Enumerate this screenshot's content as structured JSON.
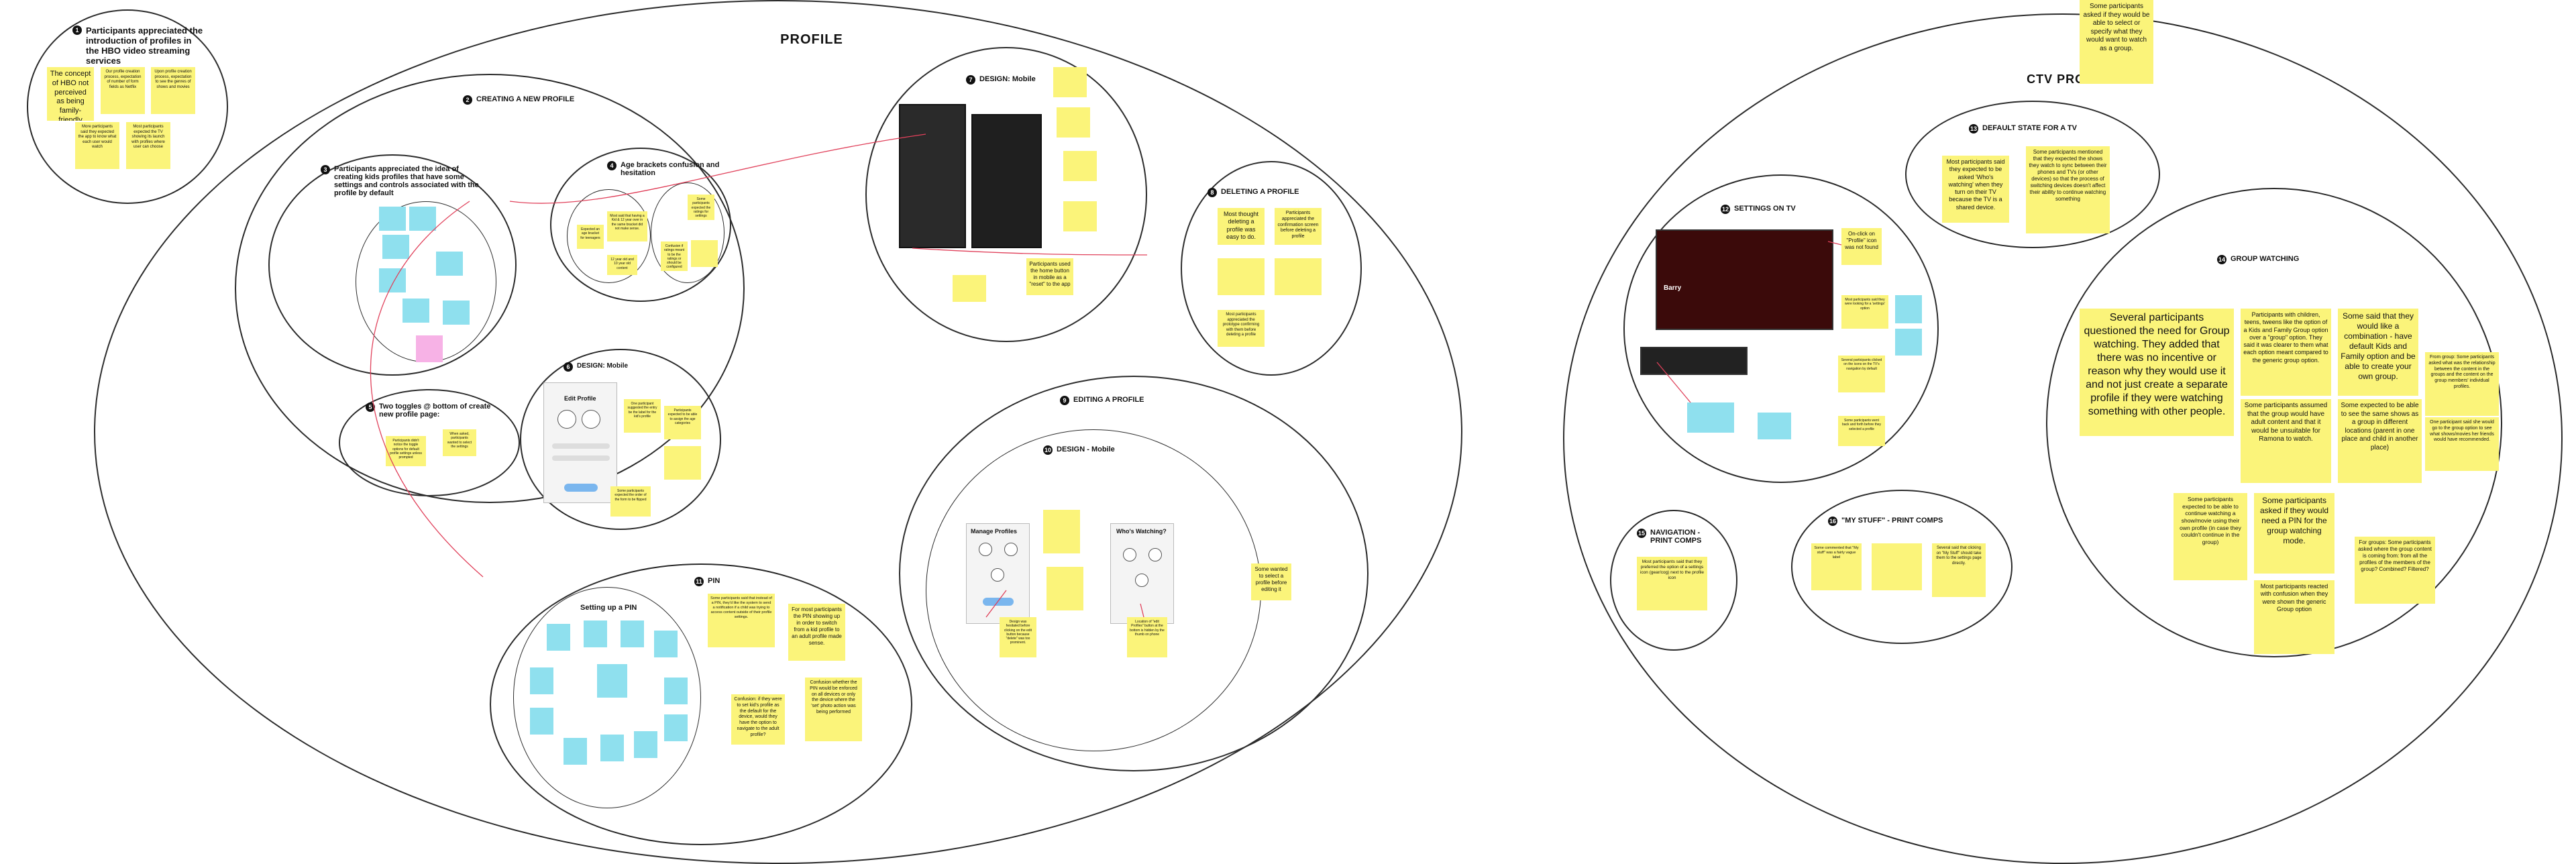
{
  "regions": {
    "profile_title": "PROFILE",
    "ctv_title": "CTV PROTOTYPES"
  },
  "headings": {
    "h1": {
      "num": "1",
      "text": "Participants appreciated the introduction of profiles in the HBO video streaming services"
    },
    "h2": {
      "num": "2",
      "text": "CREATING A NEW PROFILE"
    },
    "h3": {
      "num": "3",
      "text": "Participants appreciated the idea of creating kids profiles that have some settings and controls associated with the profile by default"
    },
    "h4": {
      "num": "4",
      "text": "Age brackets confusion and hesitation"
    },
    "h5": {
      "num": "5",
      "text": "Two toggles @ bottom of create new profile page:"
    },
    "h6": {
      "num": "6",
      "text": "DESIGN: Mobile"
    },
    "h7": {
      "num": "7",
      "text": "DESIGN: Mobile"
    },
    "h8": {
      "num": "8",
      "text": "DELETING A PROFILE"
    },
    "h9": {
      "num": "9",
      "text": "EDITING A PROFILE"
    },
    "h10": {
      "num": "10",
      "text": "DESIGN - Mobile"
    },
    "h11": {
      "num": "11",
      "text": "PIN"
    },
    "h12": {
      "num": "12",
      "text": "SETTINGS ON TV"
    },
    "h13": {
      "num": "13",
      "text": "DEFAULT STATE FOR A TV"
    },
    "h14": {
      "num": "14",
      "text": "GROUP WATCHING"
    },
    "h15": {
      "num": "15",
      "text": "NAVIGATION - PRINT COMPS"
    },
    "h16": {
      "num": "16",
      "text": "\"MY STUFF\" - PRINT COMPS"
    }
  },
  "notes": {
    "n1": "The concept of HBO not perceived as being family-friendly",
    "n2": "Our profile creation process, expectation of number of form fields as Netflix",
    "n3": "Upon profile creation process, expectation to see the genres of shows and movies",
    "n4": "More participants said they expected the app to know what each user would watch",
    "n5": "Most participants expected the TV showing its launch with profiles where user can choose",
    "n6": "Most thought deleting a profile was easy to do.",
    "n7": "Participants appreciated the confirmation screen before deleting a profile",
    "n8": "Most participants appreciated the prototype confirming with them before deleting a profile",
    "n9": "Participants used the home button in mobile as a \"reset\" to the app",
    "n10": "Some wanted to select a profile before editing it",
    "n11": "Design was hesitated before clicking on the edit button because \"delete\" was too prominent.",
    "n12": "Location of \"edit Profiles\" button at the bottom is hidden by the thumb on phone",
    "n13": "Most said that having a Kid & 12 year over in the same bracket did not make sense.",
    "n14": "Expected an age bracket for teenagers",
    "n15": "12 year old and 10 year old content",
    "n16": "Confusion if ratings meant to be the ratings or should be configured",
    "n17": "Some participants expected the ratings for settings",
    "n18": "Participants didn't notice the toggle options for default profile settings unless prompted",
    "n19": "When asked, participants wanted to select the settings",
    "n20": "Some participants said that instead of a PIN, they'd like the system to send a notification if a child was trying to access content outside of their profile settings.",
    "n21": "For most participants the PIN showing up in order to switch from a kid profile to an adult profile made sense.",
    "n22": "Confusion: if they were to set kid's profile as the default for the device, would they have the option to navigate to the adult profile?",
    "n23": "Confusion whether the PIN would be enforced on all devices or only the device where the 'set' photo action was being performed",
    "n24": "One participant suggested the entry be the label for the kid's profile",
    "n25": "Participants expected to be able to assign the age categories",
    "n26": "Some participants expected the order of the form to be flipped",
    "n27": "Most participants said they expected to be asked 'Who's watching' when they turn on their TV because the TV is a shared device.",
    "n28": "Some participants mentioned that they expected the shows they watch to sync between their phones and TVs (or other devices) so that the process of switching devices doesn't affect their ability to continue watching something",
    "n29": "On-click on \"Profile\" icon was not found",
    "n30": "Most participants said they were looking for a 'settings' option",
    "n31": "Several participants clicked on the icons on the TV's navigation by default",
    "n32": "Some participants went back and forth before they selected a profile",
    "n33": "Several participants questioned the need for Group watching. They added that there was no incentive or reason why they would use it and not just create a separate profile if they were watching something with other people.",
    "n34": "Participants with children, teens, tweens like the option of a Kids and Family Group option over a \"group\" option. They said it was clearer to them what each option meant compared to the generic group option.",
    "n35": "Some said that they would like a combination - have default Kids and Family option and be able to create your own group.",
    "n36": "Some participants assumed that the group would have adult content and that it would be unsuitable for Ramona to watch.",
    "n37": "Some expected to be able to see the same shows as a group in different locations (parent in one place and child in another place)",
    "n38": "From group: Some participants asked what was the relationship between the content in the groups and the content on the group members' individual profiles.",
    "n39": "One participant said she would go to the group option to see what shows/movies her friends would have recommended.",
    "n40": "Some participants asked if they would be able to select or specify what they would want to watch as a group.",
    "n41": "Some participants expected to be able to continue watching a show/movie using their own profile (in case they couldn't continue in the group)",
    "n42": "Some participants asked if they would need a PIN for the group watching mode.",
    "n43": "Most participants reacted with confusion when they were shown the generic Group option",
    "n44": "For groups: Some participants asked where the group content is coming from: from all the profiles of the members of the group? Combined? Filtered?",
    "n45": "Most participants said that they preferred the option of a settings icon (gear/cog) next to the profile icon",
    "n46": "Some commented that \"My stuff\" was a fairly vague label",
    "n47": "Several said that clicking on \"My Stuff\" should take them to the settings page directly."
  },
  "mockups": {
    "edit_profile": "Edit Profile",
    "manage_profiles": "Manage Profiles",
    "whos_watching": "Who's Watching?",
    "setting_pin": "Setting up a PIN",
    "tv_show": "Barry"
  },
  "colors": {
    "yellow": "#fbf47a",
    "blue": "#8fe0ee",
    "pink": "#f7b2e6",
    "connector": "#e0405a"
  }
}
